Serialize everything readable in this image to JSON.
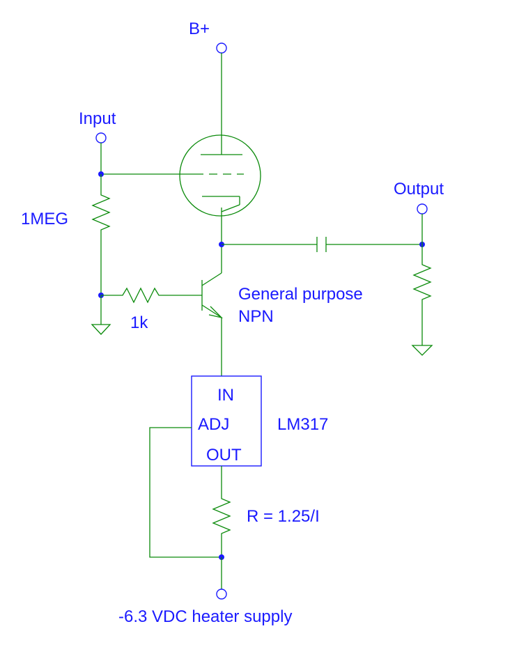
{
  "labels": {
    "bplus": "B+",
    "input": "Input",
    "output": "Output",
    "r_grid": "1MEG",
    "r_base": "1k",
    "transistor": "General purpose",
    "transistor_type": "NPN",
    "regulator": "LM317",
    "pin_in": "IN",
    "pin_adj": "ADJ",
    "pin_out": "OUT",
    "r_set": "R = 1.25/I",
    "supply": "-6.3 VDC heater supply"
  },
  "colors": {
    "wire": "#0a8a0a",
    "text": "#1a1aff",
    "node": "#1a1aff"
  }
}
